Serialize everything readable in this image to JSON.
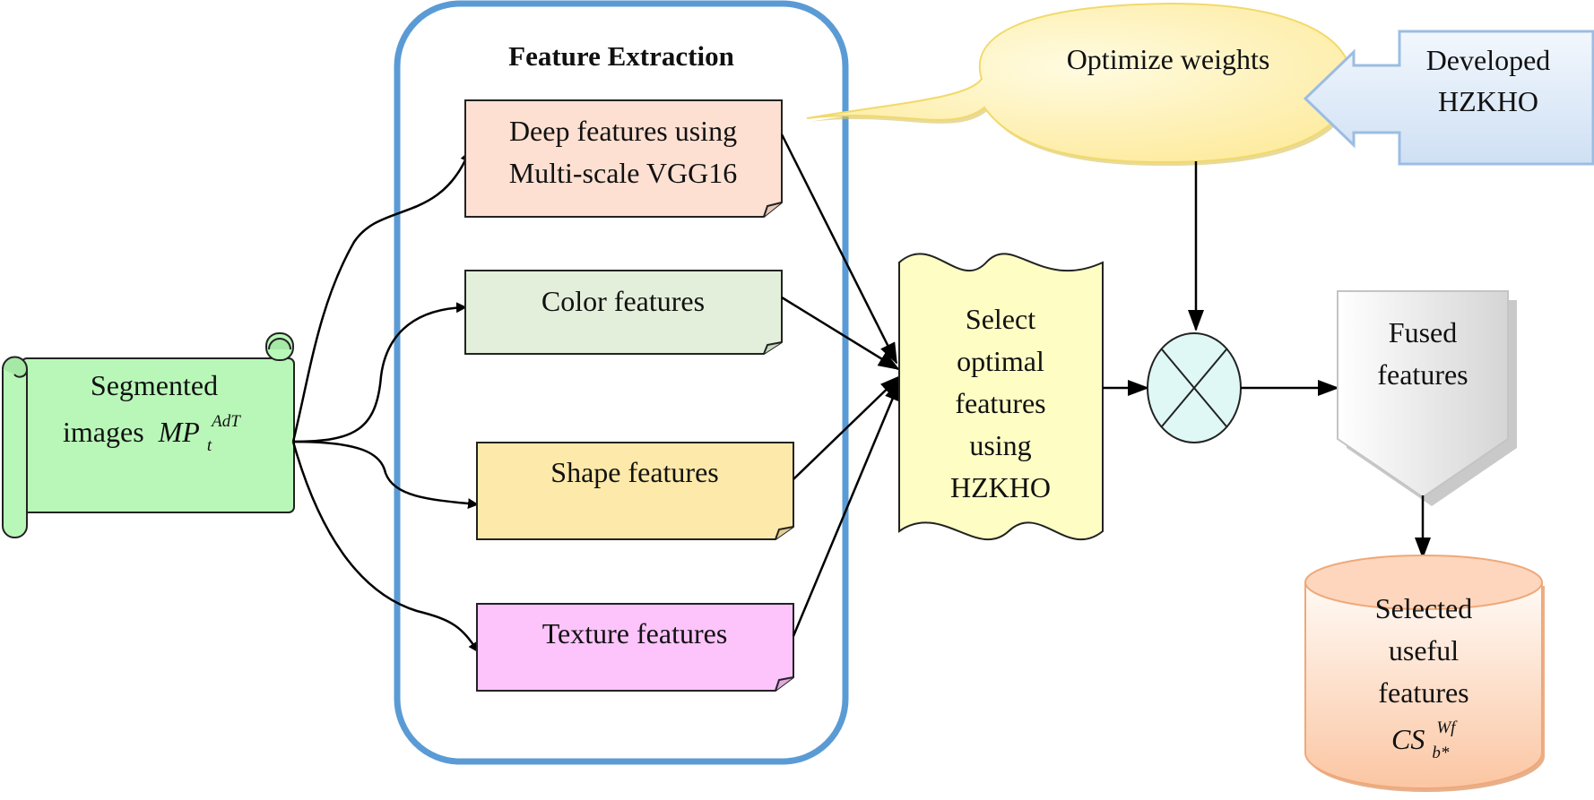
{
  "diagram": {
    "feature_extraction": {
      "title": "Feature Extraction"
    },
    "input": {
      "line1": "Segmented",
      "line2_prefix": "images",
      "symbol": "MP",
      "symbol_sub": "t",
      "symbol_sup": "AdT"
    },
    "features": {
      "deep": {
        "line1": "Deep features using",
        "line2": "Multi-scale VGG16"
      },
      "color": {
        "label": "Color features"
      },
      "shape": {
        "label": "Shape features"
      },
      "texture": {
        "label": "Texture features"
      }
    },
    "optimize": {
      "label": "Optimize weights"
    },
    "developed": {
      "line1": "Developed",
      "line2": "HZKHO"
    },
    "select": {
      "line1": "Select",
      "line2": "optimal",
      "line3": "features",
      "line4": "using",
      "line5": "HZKHO"
    },
    "fused": {
      "line1": "Fused",
      "line2": "features"
    },
    "output": {
      "line1": "Selected",
      "line2": "useful",
      "line3": "features",
      "symbol": "CS",
      "symbol_sub": "b*",
      "symbol_sup": "Wf"
    },
    "colors": {
      "frame_blue": "#5b9bd5",
      "scroll_green": "#b9f7b9",
      "deep_fill": "#fde0d2",
      "color_fill": "#e3efda",
      "shape_fill": "#fde9a9",
      "texture_fill": "#fdc3fb",
      "select_fill": "#fdfdc4",
      "callout_fill": "#fdf0a8",
      "arrow_fill": "#dbe8f7",
      "circle_fill": "#dff8f5",
      "cylinder_fill": "#fcd2b6"
    }
  }
}
